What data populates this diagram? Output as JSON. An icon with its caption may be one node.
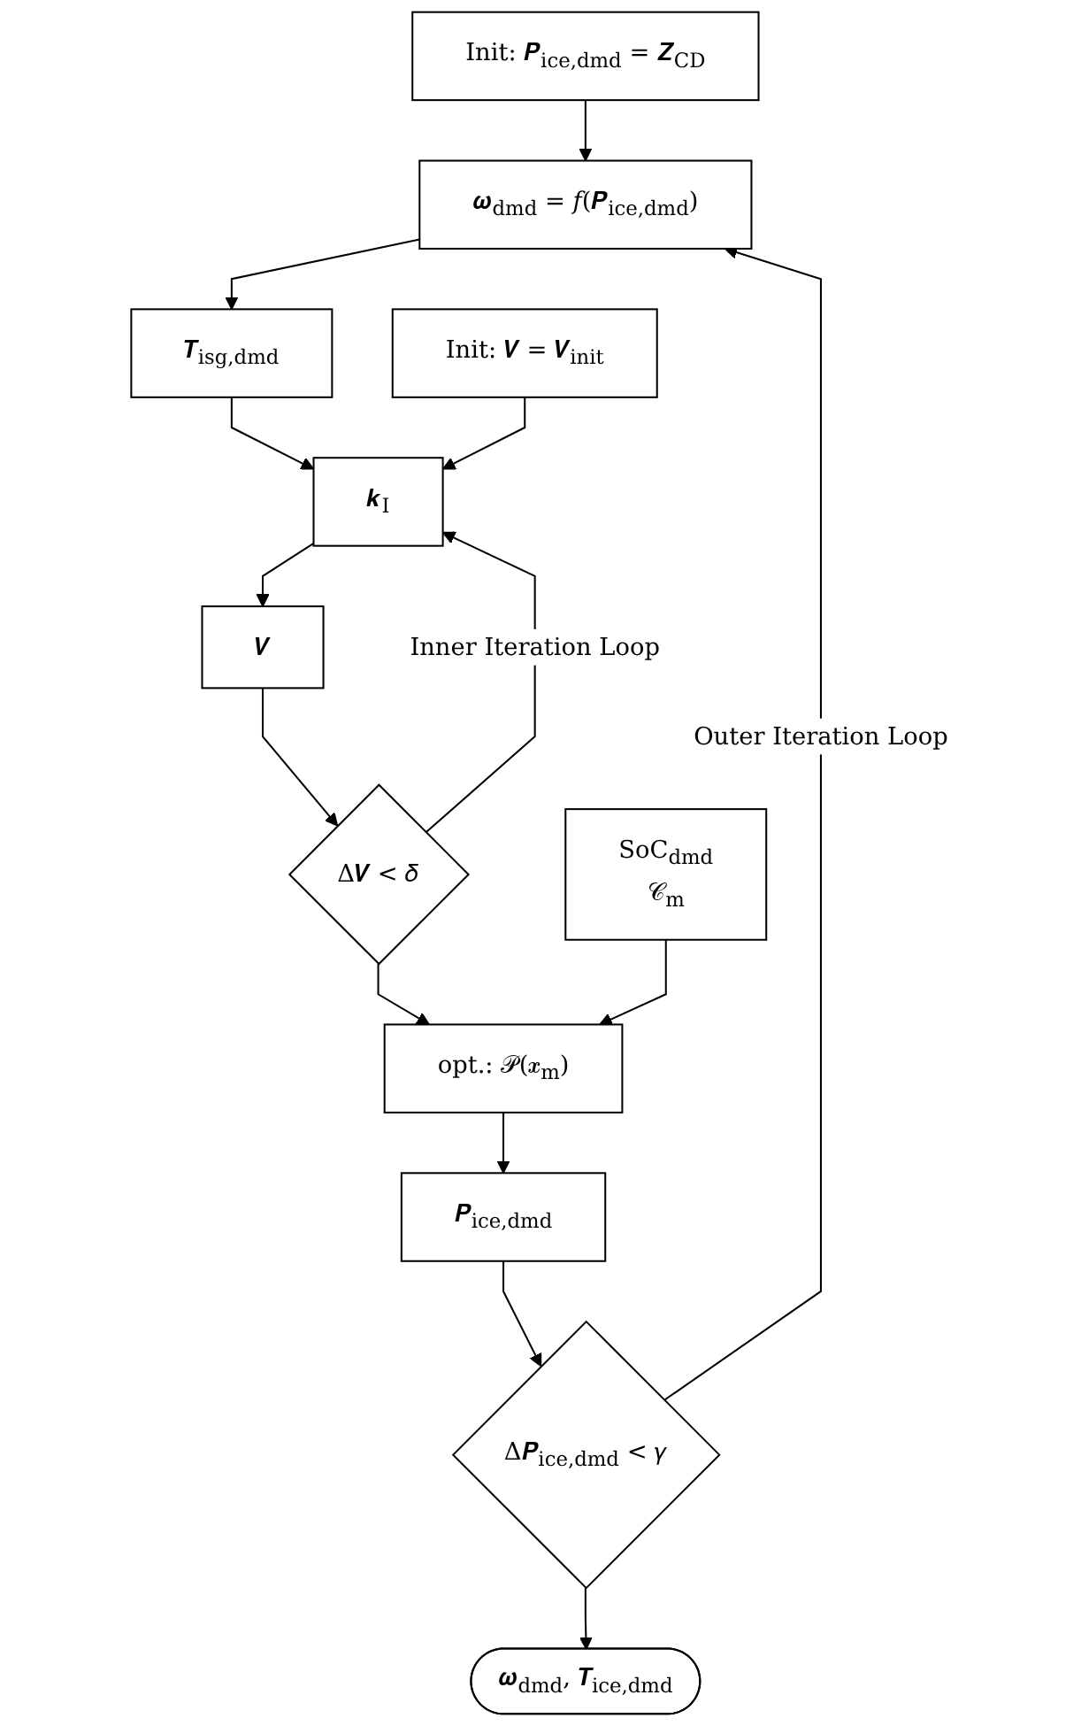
{
  "diagram": {
    "nodes": [
      {
        "text": [
          "Init: 𝑷$_{ice,dmd}$ = 𝒁$_{CD}$"
        ]
      },
      {
        "text": [
          "𝝎$_{dmd}$ = 𝑓(𝑷$_{ice,dmd}$)"
        ]
      },
      {
        "text": [
          "𝑻$_{isg,dmd}$"
        ]
      },
      {
        "text": [
          "𝒌$_{I}$"
        ]
      },
      {
        "text": [
          "Init: 𝑽 = 𝑽$_{init}$"
        ]
      },
      {
        "text": [
          "𝑽"
        ]
      },
      {
        "text": [
          "Δ𝑽 < 𝛿"
        ]
      },
      {
        "text": [
          "opt.: 𝒫(𝒙$_{m}$)"
        ]
      },
      {
        "text": [
          "SoC$_{dmd}$",
          "𝒞$_{m}$"
        ]
      },
      {
        "text": [
          "𝑷$_{ice,dmd}$"
        ]
      },
      {
        "text": [
          "Δ𝑷$_{ice,dmd}$ < 𝛾"
        ]
      },
      {
        "text": [
          "𝝎$_{dmd}$, 𝑻$_{ice,dmd}$"
        ]
      }
    ],
    "edges": [
      {
        "from": 0,
        "to": 1,
        "arrow": "to"
      },
      {
        "from": 1,
        "to": 2,
        "arrow": "to"
      },
      {
        "from": 2,
        "to": 3,
        "arrow": "to"
      },
      {
        "from": 4,
        "to": 3,
        "arrow": "to"
      },
      {
        "from": 3,
        "to": 5,
        "arrow": "to"
      },
      {
        "from": 5,
        "to": 6,
        "arrow": "to"
      },
      {
        "from": 6,
        "to": 3,
        "arrow": "to",
        "label": "Inner Iteration Loop"
      },
      {
        "from": 6,
        "to": 7,
        "arrow": "to"
      },
      {
        "from": 8,
        "to": 7,
        "arrow": "to"
      },
      {
        "from": 7,
        "to": 9,
        "arrow": "to"
      },
      {
        "from": 9,
        "to": 10,
        "arrow": "to"
      },
      {
        "from": 10,
        "to": 1,
        "arrow": "to",
        "label": "Outer Iteration Loop"
      },
      {
        "from": 10,
        "to": 11,
        "arrow": "to"
      }
    ]
  }
}
